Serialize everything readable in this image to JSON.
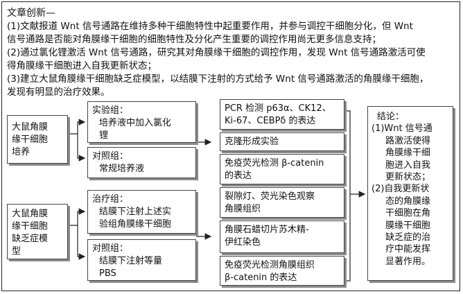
{
  "header": {
    "title": "文章创新—",
    "lines": [
      "(1)文献报道 Wnt 信号通路在维持多种干细胞特性中起重要作用，并参与调控干细胞分化，但 Wnt",
      "信号通路是否能对角膜缘干细胞的细胞特性及分化产生重要的调控作用尚无更多信息支持；",
      "(2)通过氯化锂激活 Wnt 信号通路，研究其对角膜缘干细胞的调控作用，发现 Wnt 信号通路激活可使",
      "得角膜缘干细胞进入自我更新状态；",
      "(3)建立大鼠角膜缘干细胞缺乏症模型，以结膜下注射的方式给予 Wnt 信号通路激活的角膜缘干细胞，",
      "发现有明显的治疗效果。"
    ]
  },
  "diagram": {
    "source1": [
      "大鼠角膜",
      "缘干细胞",
      "培养"
    ],
    "experimental": [
      "实验组：",
      "  培养液中加入氯化",
      "  锂"
    ],
    "control1": [
      "对照组：",
      "  常规培养液"
    ],
    "source2": [
      "大鼠角膜",
      "缘干细胞",
      "缺乏症模",
      "型"
    ],
    "treatment": [
      "治疗组：",
      "  结膜下注射上述实",
      "  验组角膜缘干细胞"
    ],
    "control2": [
      "对照组：",
      "  结膜下注射等量",
      "  PBS"
    ],
    "methods": [
      [
        "PCR 检测 p63α、CK12、",
        "Ki-67、CEBPδ 的表达"
      ],
      [
        "克隆形成实验"
      ],
      [
        "免疫荧光检测 β-catenin",
        "的表达"
      ],
      [
        "裂隙灯、荧光染色观察",
        "角膜组织"
      ],
      [
        "角膜石蜡切片苏木精-",
        "伊红染色"
      ],
      [
        "免疫荧光检测角膜组织",
        "β-catenin 的表达"
      ]
    ],
    "conclusion": [
      "结论：",
      "(1)Wnt 信号通",
      "   路激活使得",
      "   角膜缘干细",
      "   胞进入自我",
      "   更新状态；",
      "(2)自我更新状",
      "   态的角膜缘",
      "   干细胞在角",
      "   膜缘干细胞",
      "   缺乏症的治",
      "   疗中能发挥",
      "   显著作用。"
    ]
  }
}
